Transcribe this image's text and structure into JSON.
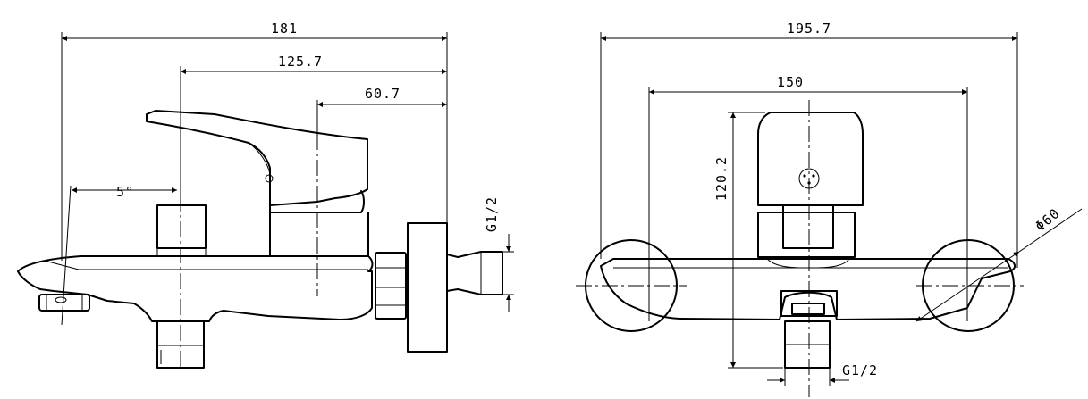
{
  "side_view": {
    "dimensions": {
      "overall_length": "181",
      "handle_to_outlet": "125.7",
      "lever_to_outlet": "60.7",
      "angle": "5°",
      "inlet_thread": "G1/2"
    }
  },
  "front_view": {
    "dimensions": {
      "overall_width": "195.7",
      "inlet_spacing": "150",
      "height": "120.2",
      "flange_diameter": "Φ60",
      "inlet_thread": "G1/2"
    }
  }
}
